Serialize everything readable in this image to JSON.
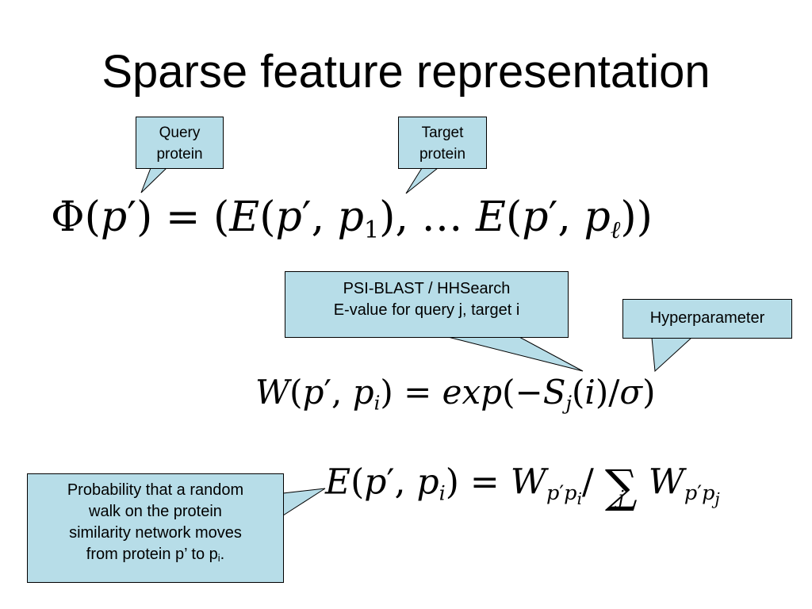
{
  "slide": {
    "title": "Sparse feature representation"
  },
  "callouts": {
    "query": {
      "line1": "Query",
      "line2": "protein"
    },
    "target": {
      "line1": "Target",
      "line2": "protein"
    },
    "psi": {
      "line1": "PSI-BLAST / HHSearch",
      "line2": "E-value for query j, target i"
    },
    "hyper": {
      "line1": "Hyperparameter"
    },
    "prob": {
      "line1": "Probability that a random",
      "line2": "walk on the protein",
      "line3": "similarity network moves",
      "line4_prefix": "from protein p’ to p",
      "line4_sub": "i",
      "line4_suffix": "."
    }
  },
  "equations": {
    "phi": "Φ(p′) = (E(p′, p₁), … E(p′, pℓ))",
    "w": "W(p′, pᵢ) = exp(−Sⱼ(i)/σ)",
    "e": "E(p′, pᵢ) = W_{p′pᵢ} / Σⱼ W_{p′pⱼ}"
  },
  "colors": {
    "callout_fill": "#b7dde8",
    "callout_border": "#000000",
    "text": "#000000",
    "background": "#ffffff"
  }
}
